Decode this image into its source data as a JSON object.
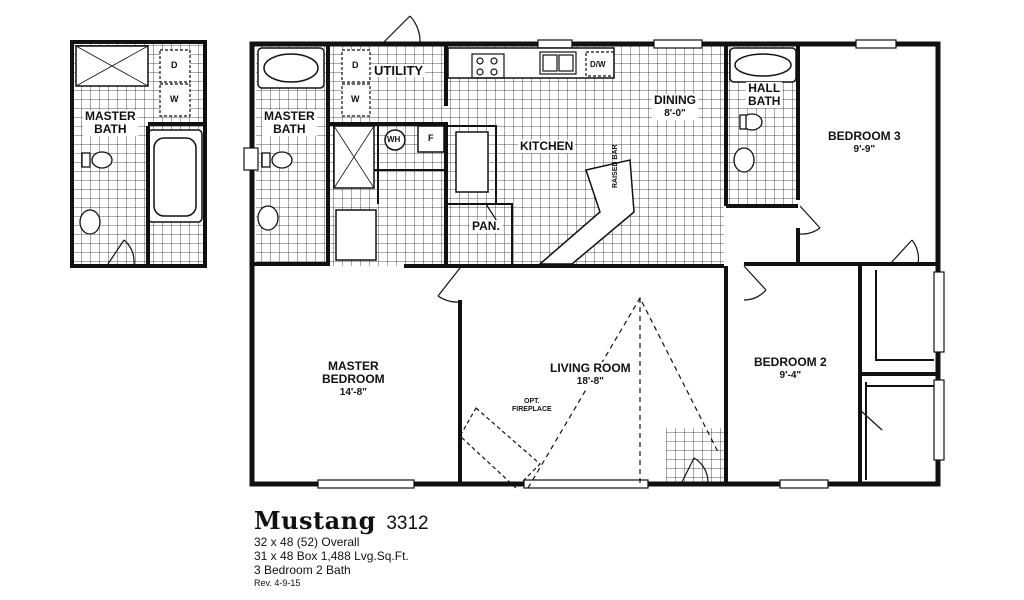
{
  "rooms": {
    "alt_master_bath": "MASTER\nBATH",
    "master_bath": "MASTER\nBATH",
    "utility": "UTILITY",
    "kitchen": "KITCHEN",
    "dining": "DINING",
    "dining_dim": "8'-0\"",
    "hall_bath": "HALL\nBATH",
    "bedroom3": "BEDROOM 3",
    "bedroom3_dim": "9'-9\"",
    "master_bedroom": "MASTER\nBEDROOM",
    "master_bedroom_dim": "14'-8\"",
    "living_room": "LIVING ROOM",
    "living_room_dim": "18'-8\"",
    "bedroom2": "BEDROOM 2",
    "bedroom2_dim": "9'-4\"",
    "pantry": "PAN."
  },
  "fixtures": {
    "dryer": "D",
    "washer": "W",
    "water_heater": "WH",
    "furnace": "F",
    "dishwasher": "D/W",
    "raised_bar": "RAISED BAR",
    "fireplace": "OPT.\nFIREPLACE"
  },
  "legend": {
    "model_name": "Mustang",
    "model_number": "3312",
    "overall": "32 x 48 (52) Overall",
    "box": "31 x 48 Box  1,488 Lvg.Sq.Ft.",
    "beds_baths": "3 Bedroom  2 Bath",
    "revision": "Rev. 4-9-15"
  }
}
